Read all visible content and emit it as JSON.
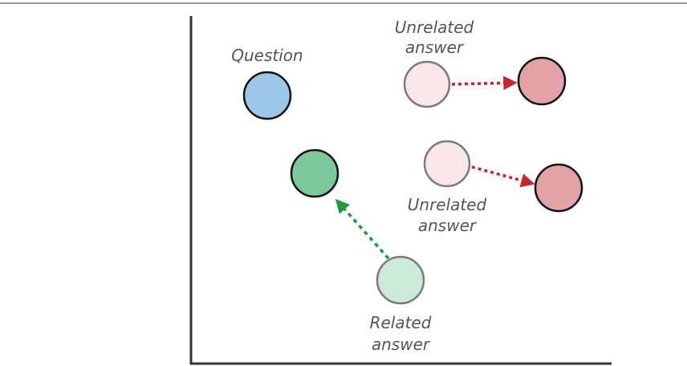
{
  "colors": {
    "question_fill": "#9cc7e7",
    "related_fill": "#7fc79c",
    "related_original_fill": "#cde9d8",
    "unrelated_fill": "#e2a2a6",
    "unrelated_original_fill": "#f8e6e8",
    "pull_arrow": "#1f9a3a",
    "push_arrow": "#c5262c",
    "axis": "#333333",
    "label_text": "#555555"
  },
  "labels": {
    "question": "Question",
    "unrelated_top_line1": "Unrelated",
    "unrelated_top_line2": "answer",
    "unrelated_mid_line1": "Unrelated",
    "unrelated_mid_line2": "answer",
    "related_line1": "Related",
    "related_line2": "answer"
  }
}
